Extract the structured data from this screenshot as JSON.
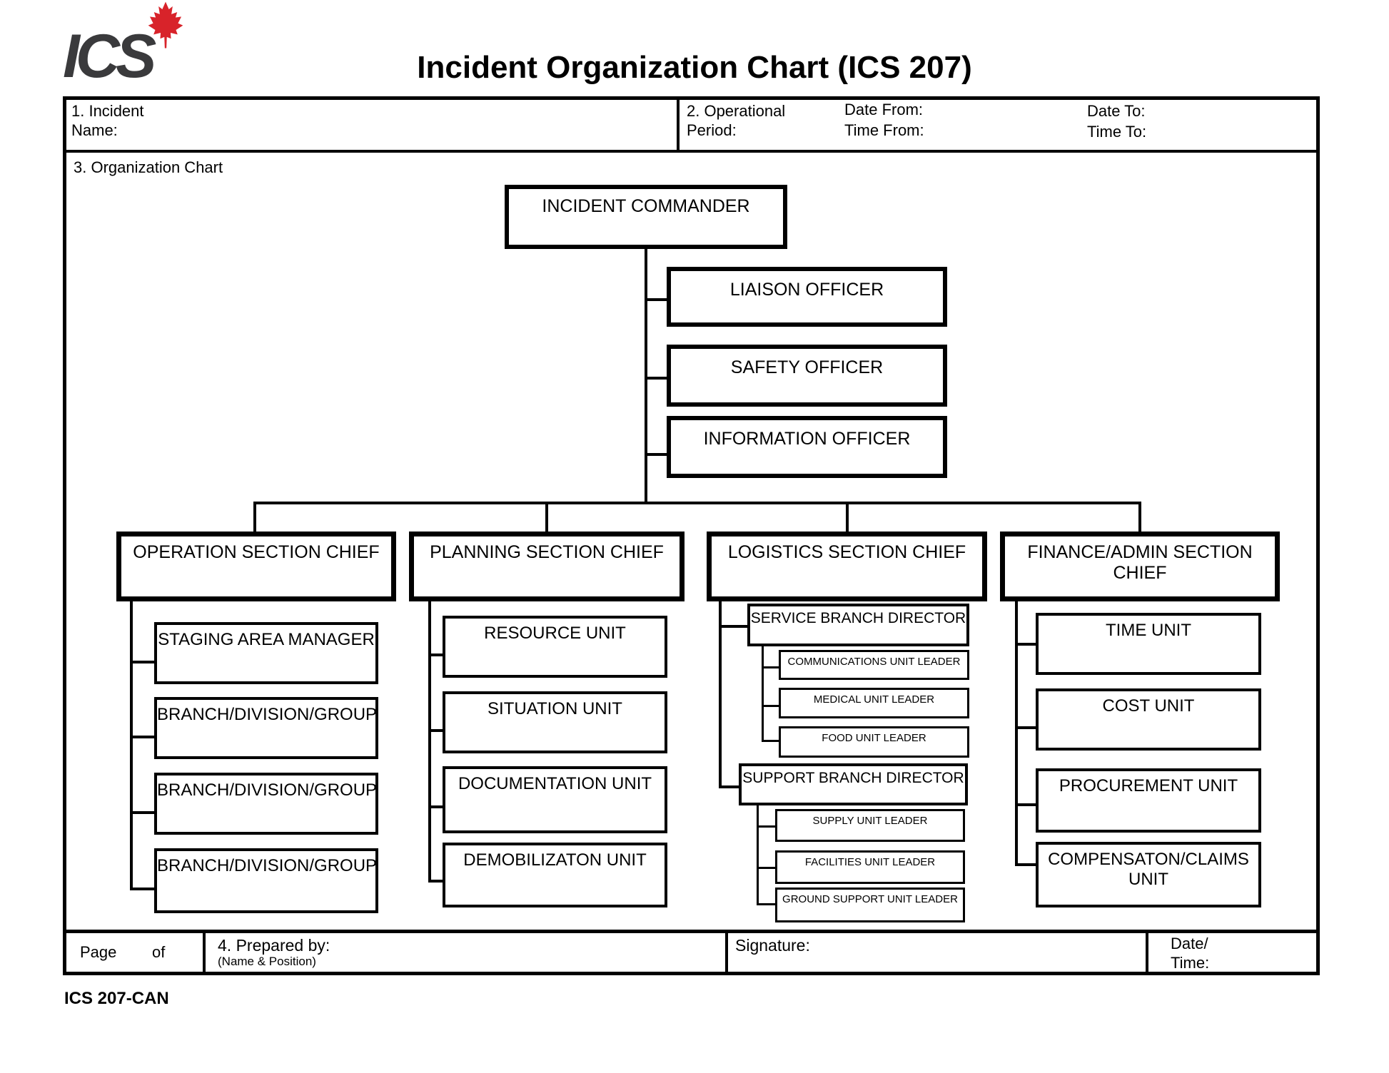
{
  "logo": {
    "text": "ICS",
    "leaf_color": "#d8232a"
  },
  "title": "Incident Organization Chart (ICS 207)",
  "header": {
    "incident_line1": "1. Incident",
    "incident_line2": "Name:",
    "operational_line1": "2. Operational",
    "operational_line2": "Period:",
    "date_from": "Date From:",
    "time_from": "Time From:",
    "date_to": "Date To:",
    "time_to": "Time To:"
  },
  "section3_label": "3. Organization Chart",
  "org_chart": {
    "incident_commander": "INCIDENT COMMANDER",
    "liaison_officer": "LIAISON OFFICER",
    "safety_officer": "SAFETY OFFICER",
    "information_officer": "INFORMATION OFFICER",
    "operations": {
      "chief": "OPERATION SECTION CHIEF",
      "units": [
        "STAGING  AREA MANAGER",
        "BRANCH/DIVISION/GROUP",
        "BRANCH/DIVISION/GROUP",
        "BRANCH/DIVISION/GROUP"
      ]
    },
    "planning": {
      "chief": "PLANNING SECTION CHIEF",
      "units": [
        "RESOURCE UNIT",
        "SITUATION UNIT",
        "DOCUMENTATION UNIT",
        "DEMOBILIZATON UNIT"
      ]
    },
    "logistics": {
      "chief": "LOGISTICS SECTION CHIEF",
      "service_branch": "SERVICE BRANCH DIRECTOR",
      "service_units": [
        "COMMUNICATIONS UNIT LEADER",
        "MEDICAL UNIT LEADER",
        "FOOD UNIT LEADER"
      ],
      "support_branch": "SUPPORT BRANCH DIRECTOR",
      "support_units": [
        "SUPPLY UNIT LEADER",
        "FACILITIES UNIT LEADER",
        "GROUND SUPPORT UNIT LEADER"
      ]
    },
    "finance": {
      "chief": "FINANCE/ADMIN SECTION CHIEF",
      "units": [
        "TIME UNIT",
        "COST UNIT",
        "PROCUREMENT UNIT",
        "COMPENSATON/CLAIMS UNIT"
      ]
    }
  },
  "footer": {
    "page": "Page",
    "of": "of",
    "prepared_by": "4. Prepared by:",
    "prepared_by_sub": "(Name & Position)",
    "signature": "Signature:",
    "date_line1": "Date/",
    "date_line2": "Time:"
  },
  "form_id": "ICS 207-CAN"
}
